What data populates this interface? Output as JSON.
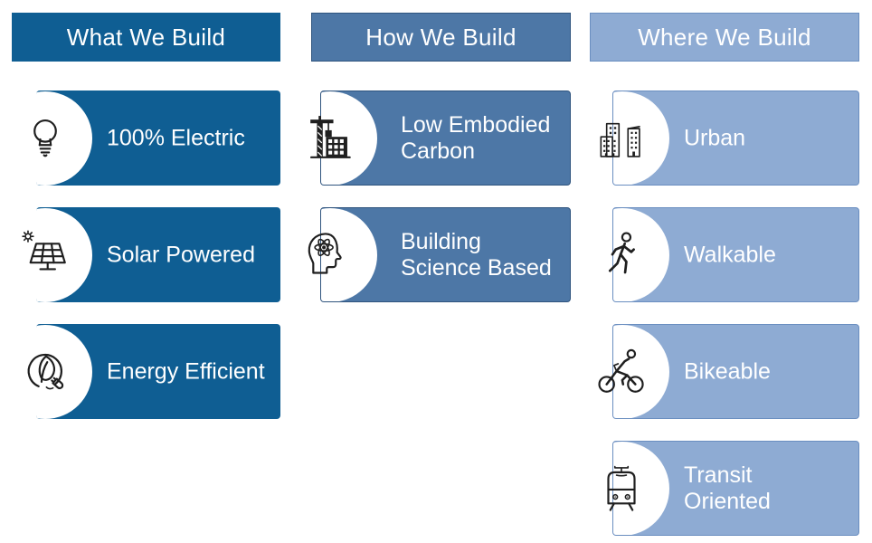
{
  "page": {
    "background": "#ffffff",
    "text_color": "#ffffff",
    "icon_color": "#1f1f1f"
  },
  "columns": [
    {
      "id": "what-we-build",
      "header": "What We Build",
      "theme": {
        "fill": "#0f5e93",
        "border": "none"
      },
      "items": [
        {
          "label": "100% Electric",
          "lines": [
            "100% Electric"
          ],
          "icon": "lightbulb-icon"
        },
        {
          "label": "Solar Powered",
          "lines": [
            "Solar Powered"
          ],
          "icon": "solar-panel-icon"
        },
        {
          "label": "Energy Efficient",
          "lines": [
            "Energy Efficient"
          ],
          "icon": "leaf-plug-icon"
        }
      ]
    },
    {
      "id": "how-we-build",
      "header": "How We Build",
      "theme": {
        "fill": "#4d77a6",
        "border": "#2f547e"
      },
      "items": [
        {
          "label": "Low Embodied Carbon",
          "lines": [
            "Low Embodied",
            "Carbon"
          ],
          "icon": "crane-building-icon"
        },
        {
          "label": "Building Science Based",
          "lines": [
            "Building",
            "Science Based"
          ],
          "icon": "head-atom-icon"
        }
      ]
    },
    {
      "id": "where-we-build",
      "header": "Where We Build",
      "theme": {
        "fill": "#8eabd3",
        "border": "#6a8ec0"
      },
      "items": [
        {
          "label": "Urban",
          "lines": [
            "Urban"
          ],
          "icon": "city-buildings-icon"
        },
        {
          "label": "Walkable",
          "lines": [
            "Walkable"
          ],
          "icon": "walking-person-icon"
        },
        {
          "label": "Bikeable",
          "lines": [
            "Bikeable"
          ],
          "icon": "cyclist-icon"
        },
        {
          "label": "Transit Oriented",
          "lines": [
            "Transit",
            "Oriented"
          ],
          "icon": "tram-icon"
        }
      ]
    }
  ]
}
